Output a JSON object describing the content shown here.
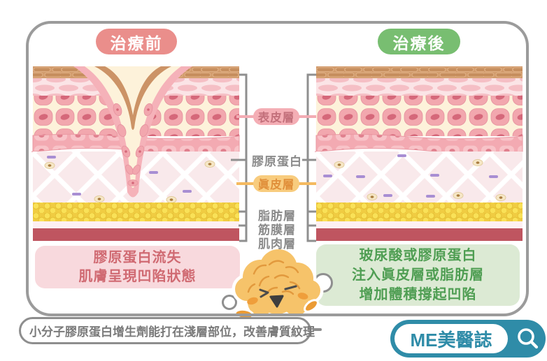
{
  "header": {
    "before_label": "治療前",
    "after_label": "治療後"
  },
  "layer_labels": {
    "epidermis": "表皮層",
    "collagen": "膠原蛋白",
    "dermis": "眞皮層",
    "fat": "脂肪層",
    "fascia": "筋膜層",
    "muscle": "肌肉層"
  },
  "before_caption": {
    "lines": [
      "膠原蛋白流失",
      "肌膚呈現凹陷狀態"
    ]
  },
  "after_caption": {
    "lines": [
      "玻尿酸或膠原蛋白",
      "注入眞皮層或脂肪層",
      "增加體積撐起凹陷"
    ]
  },
  "footer": {
    "note": "小分子膠原蛋白增生劑能打在淺層部位，改善膚質紋理",
    "logo_text": "ME美醫誌"
  },
  "icons": {
    "sparkle": "sparkle-icon",
    "search": "search-icon"
  },
  "colors": {
    "before_accent": "#ea8e8b",
    "after_accent": "#78be71",
    "epidermis_label_bg": "#f4aeb5",
    "dermis_label_bg": "#f8cc7e",
    "before_caption_text": "#d06a72",
    "after_caption_text": "#4f9e53",
    "logo_teal": "#2f8ca8",
    "muscle_layer": "#bf5560",
    "fat_layer": "#f0cc42",
    "bracket_gray": "#8f8f8f"
  }
}
